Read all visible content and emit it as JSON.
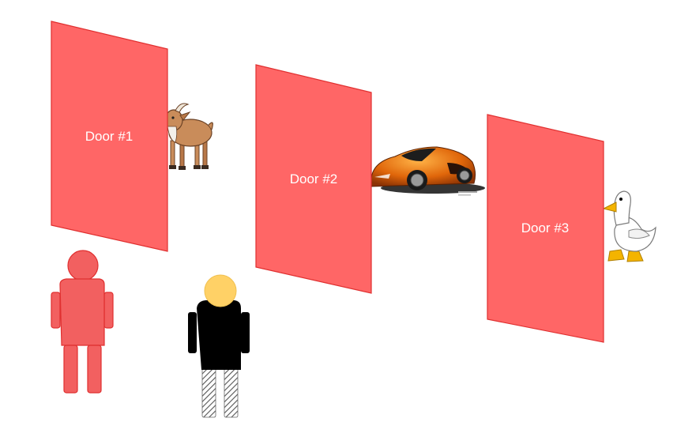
{
  "doors": [
    {
      "label": "Door #1",
      "hides": "goat-icon"
    },
    {
      "label": "Door #2",
      "hides": "sports-car-icon"
    },
    {
      "label": "Door #3",
      "hides": "duck-icon"
    }
  ],
  "people": [
    {
      "role": "host-figure",
      "icon": "person-icon"
    },
    {
      "role": "contestant-figure",
      "icon": "person-icon"
    }
  ],
  "colors": {
    "door_fill": "#ff6666",
    "door_stroke": "#e03030",
    "host_fill": "#f26060",
    "contestant_body": "#000000",
    "contestant_head": "#ffd166",
    "car_body": "#e0660a",
    "goat_fur": "#c98c5a",
    "duck_body": "#ffffff",
    "duck_beak": "#f4b400"
  }
}
